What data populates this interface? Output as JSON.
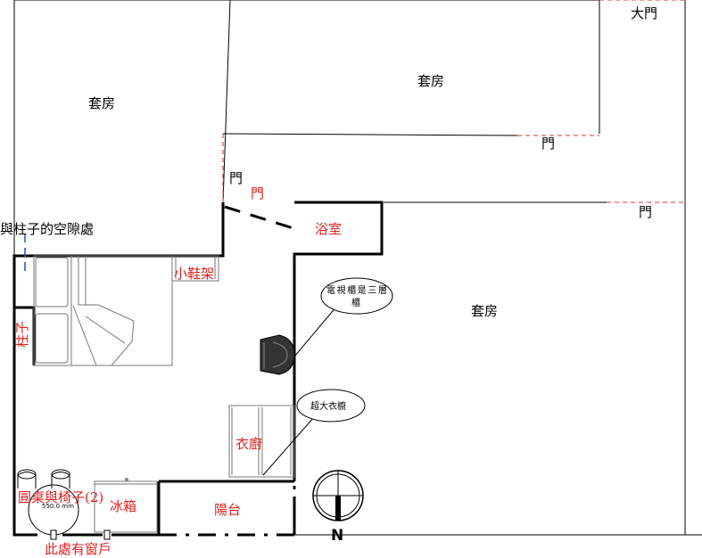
{
  "rooms": {
    "suite_top_left": "套房",
    "suite_top_right": "套房",
    "suite_right": "套房",
    "bathroom": "浴室",
    "balcony": "陽台",
    "wardrobe": "衣廚"
  },
  "doors": {
    "main_door": "大門",
    "door_1": "門",
    "door_2": "門",
    "door_3": "門",
    "door_4": "門"
  },
  "annotations": {
    "pillar_gap": "與柱子的空隙處",
    "pillar": "柱子",
    "shoe_rack": "小鞋架",
    "fridge": "冰箱",
    "round_table": "圓桌與椅子(2)",
    "window_note": "此處有窗戶",
    "table_dim": "550.0 mm",
    "north": "N"
  },
  "callouts": {
    "tv_cabinet": "電視櫃是三層櫃",
    "big_wardrobe": "超大衣櫥"
  }
}
